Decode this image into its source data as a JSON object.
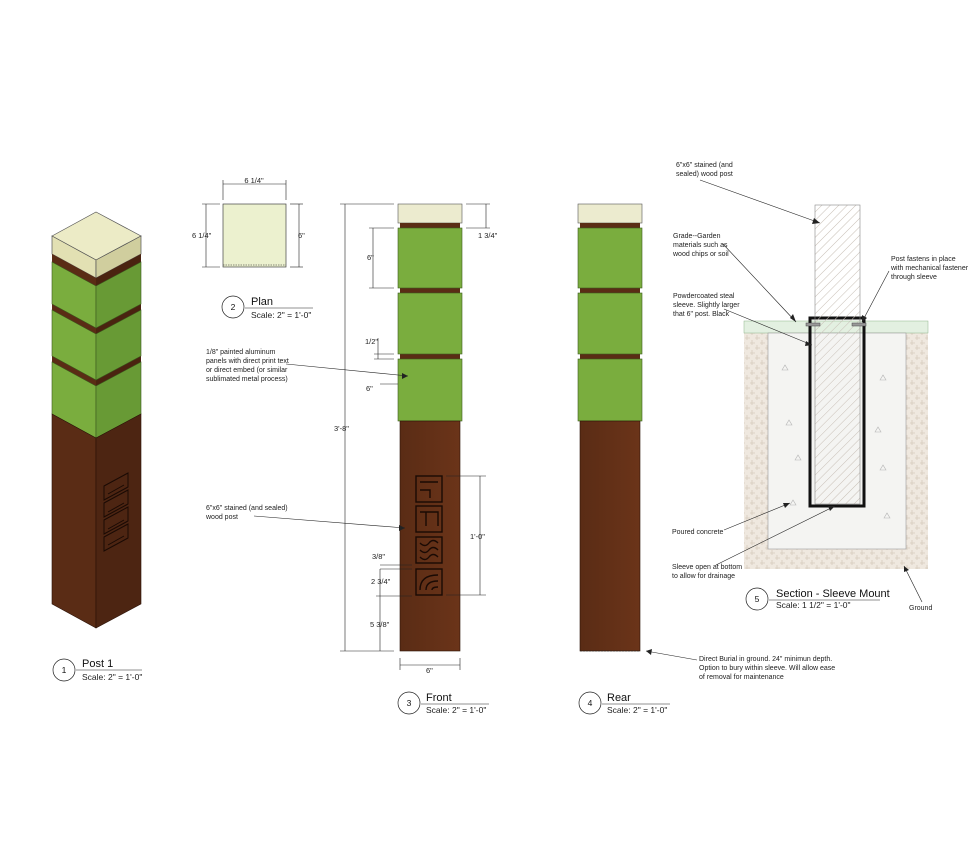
{
  "views": [
    {
      "number": "1",
      "title": "Post 1",
      "scale": "Scale: 2\" = 1'-0\""
    },
    {
      "number": "2",
      "title": "Plan",
      "scale": "Scale: 2\" = 1'-0\""
    },
    {
      "number": "3",
      "title": "Front",
      "scale": "Scale: 2\" = 1'-0\""
    },
    {
      "number": "4",
      "title": "Rear",
      "scale": "Scale: 2\" = 1'-0\""
    },
    {
      "number": "5",
      "title": "Section - Sleeve Mount",
      "scale": "Scale: 1 1/2\" = 1'-0\""
    }
  ],
  "plan_dims": {
    "top": "6 1/4\"",
    "left": "6 1/4\"",
    "right": "6\""
  },
  "front_dims": {
    "overall": "3'-8\"",
    "cap": "1 3/4\"",
    "panel": "6\"",
    "gap": "1/2\"",
    "panel_width": "6\"",
    "emblem": "1'-0\"",
    "emblem_gap": "3/8\"",
    "emblem_cell": "2 3/4\"",
    "bottom": "5 3/8\"",
    "base_width": "6\""
  },
  "notes": {
    "panels": [
      "1/8\" painted aluminum",
      "panels with direct print text",
      "or direct embed (or similar",
      "sublimated metal process)"
    ],
    "wood": [
      "6\"x6\" stained (and sealed)",
      "wood post"
    ],
    "burial": [
      "Direct Burial in ground. 24\" minimun depth.",
      "Option to bury within sleeve. Will allow ease",
      "of removal for maintenance"
    ],
    "section_post": [
      "6\"x6\" stained (and",
      "sealed) wood post"
    ],
    "grade": [
      "Grade--Garden",
      "materials such as",
      "wood chips or soil"
    ],
    "fastener": [
      "Post fastens in place",
      "with mechanical fastener",
      "through sleeve"
    ],
    "sleeve": [
      "Powdercoated steal",
      "sleeve. Slightly larger",
      "that 6\" post. Black"
    ],
    "concrete": [
      "Poured concrete"
    ],
    "drain": [
      "Sleeve open at bottom",
      "to allow for drainage"
    ],
    "ground": [
      "Ground"
    ]
  }
}
